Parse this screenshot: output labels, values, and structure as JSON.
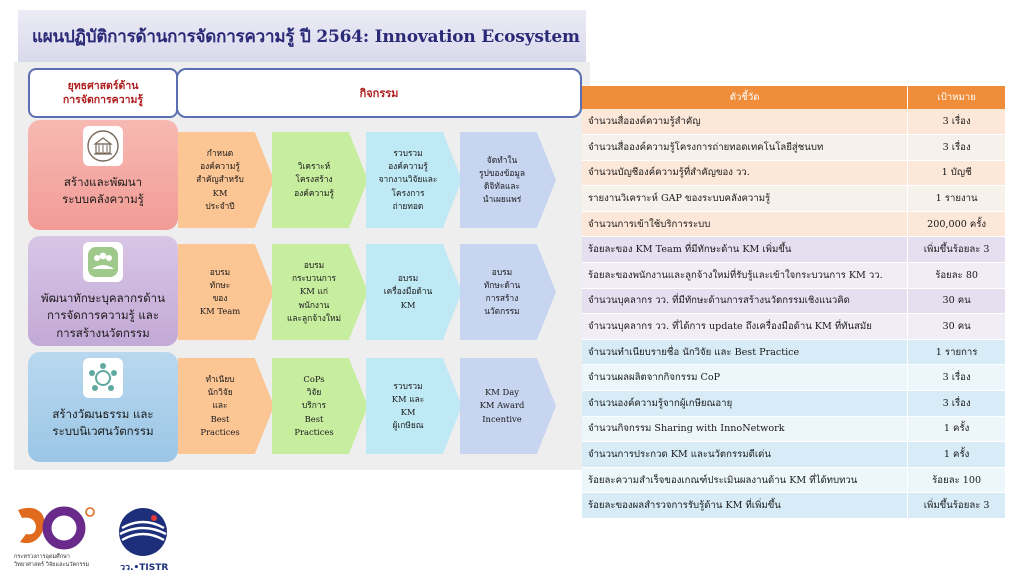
{
  "title": "แผนปฏิบัติการด้านการจัดการความรู้ ปี 2564: Innovation Ecosystem",
  "header": {
    "strategy_line1": "ยุทธศาสตร์ด้าน",
    "strategy_line2": "การจัดการความรู้",
    "activities": "กิจกรรม"
  },
  "strategies": [
    {
      "icon": "building-icon",
      "label_line1": "สร้างและพัฒนา",
      "label_line2": "ระบบคลังความรู้",
      "activities": [
        [
          "กำหนด",
          "องค์ความรู้",
          "สำคัญสำหรับ",
          "KM",
          "ประจำปี"
        ],
        [
          "วิเคราะห์",
          "โครงสร้าง",
          "องค์ความรู้"
        ],
        [
          "รวบรวม",
          "องค์ความรู้",
          "จากงานวิจัยและ",
          "โครงการ",
          "ถ่ายทอด"
        ],
        [
          "จัดทำใน",
          "รูปของข้อมูล",
          "ดิจิทัลและ",
          "นำเผยแพร่"
        ]
      ]
    },
    {
      "icon": "people-icon",
      "label_line1": "พัฒนาทักษะบุคลากรด้าน",
      "label_line2": "การจัดการความรู้ และ",
      "label_line3": "การสร้างนวัตกรรม",
      "activities": [
        [
          "อบรม",
          "ทักษะ",
          "ของ",
          "KM Team"
        ],
        [
          "อบรม",
          "กระบวนการ",
          "KM แก่",
          "พนักงาน",
          "และลูกจ้างใหม่"
        ],
        [
          "อบรม",
          "เครื่องมือด้าน",
          "KM"
        ],
        [
          "อบรม",
          "ทักษะด้าน",
          "การสร้าง",
          "นวัตกรรม"
        ]
      ]
    },
    {
      "icon": "network-icon",
      "label_line1": "สร้างวัฒนธรรม และ",
      "label_line2": "ระบบนิเวศนวัตกรรม",
      "activities": [
        [
          "ทำเนียบ",
          "นักวิจัย",
          "และ",
          "Best",
          "Practices"
        ],
        [
          "CoPs",
          "วิจัย",
          "บริการ",
          "Best",
          "Practices"
        ],
        [
          "รวบรวม",
          "KM และ",
          "KM",
          "ผู้เกษียณ"
        ],
        [
          "KM Day",
          "KM Award",
          "Incentive"
        ]
      ]
    }
  ],
  "table": {
    "headers": [
      "ตัวชี้วัด",
      "เป้าหมาย"
    ],
    "rows": [
      {
        "indicator": "จำนวนสื่อองค์ความรู้สำคัญ",
        "target": "3 เรื่อง",
        "group": 1
      },
      {
        "indicator": "จำนวนสื่อองค์ความรู้โครงการถ่ายทอดเทคโนโลยีสู่ชนบท",
        "target": "3 เรื่อง",
        "group": 1
      },
      {
        "indicator": "จำนวนบัญชีองค์ความรู้ที่สำคัญของ วว.",
        "target": "1 บัญชี",
        "group": 1
      },
      {
        "indicator": "รายงานวิเคราะห์ GAP ของระบบคลังความรู้",
        "target": "1 รายงาน",
        "group": 1
      },
      {
        "indicator": "จำนวนการเข้าใช้บริการระบบ",
        "target": "200,000 ครั้ง",
        "group": 1
      },
      {
        "indicator": "ร้อยละของ KM Team ที่มีทักษะด้าน KM เพิ่มขึ้น",
        "target": "เพิ่มขึ้นร้อยละ 3",
        "group": 2
      },
      {
        "indicator": "ร้อยละของพนักงานและลูกจ้างใหม่ที่รับรู้และเข้าใจกระบวนการ KM วว.",
        "target": "ร้อยละ 80",
        "group": 2
      },
      {
        "indicator": "จำนวนบุคลากร วว. ที่มีทักษะด้านการสร้างนวัตกรรมเชิงแนวคิด",
        "target": "30 คน",
        "group": 2
      },
      {
        "indicator": "จำนวนบุคลากร วว. ที่ได้การ update ถึงเครื่องมือด้าน KM ที่ทันสมัย",
        "target": "30 คน",
        "group": 2
      },
      {
        "indicator": "จำนวนทำเนียบรายชื่อ นักวิจัย และ Best Practice",
        "target": "1 รายการ",
        "group": 3
      },
      {
        "indicator": "จำนวนผลผลิตจากกิจกรรม CoP",
        "target": "3 เรื่อง",
        "group": 3
      },
      {
        "indicator": "จำนวนองค์ความรู้จากผู้เกษียณอายุ",
        "target": "3 เรื่อง",
        "group": 3
      },
      {
        "indicator": "จำนวนกิจกรรม Sharing with InnoNetwork",
        "target": "1 ครั้ง",
        "group": 3
      },
      {
        "indicator": "จำนวนการประกวด KM และนวัตกรรมดีเด่น",
        "target": "1 ครั้ง",
        "group": 3
      },
      {
        "indicator": "ร้อยละความสำเร็จของเกณฑ์ประเมินผลงานด้าน KM ที่ได้ทบทวน",
        "target": "ร้อยละ 100",
        "group": 3
      },
      {
        "indicator": "ร้อยละของผลสำรวจการรับรู้ด้าน KM ที่เพิ่มขึ้น",
        "target": "เพิ่มขึ้นร้อยละ 3",
        "group": 3
      }
    ]
  },
  "logos": {
    "ministry_line1": "กระทรวงการอุดมศึกษา",
    "ministry_line2": "วิทยาศาสตร์ วิจัยและนวัตกรรม",
    "tistr": "วว.•TISTR"
  },
  "colors": {
    "title": "#2a2a78",
    "header_red": "#b02020",
    "table_header": "#ef8d3a",
    "arrow_orange": "#fbc594",
    "arrow_green": "#c7ed9f",
    "arrow_cyan": "#bfe9f4",
    "arrow_blue": "#c7d5f1"
  }
}
